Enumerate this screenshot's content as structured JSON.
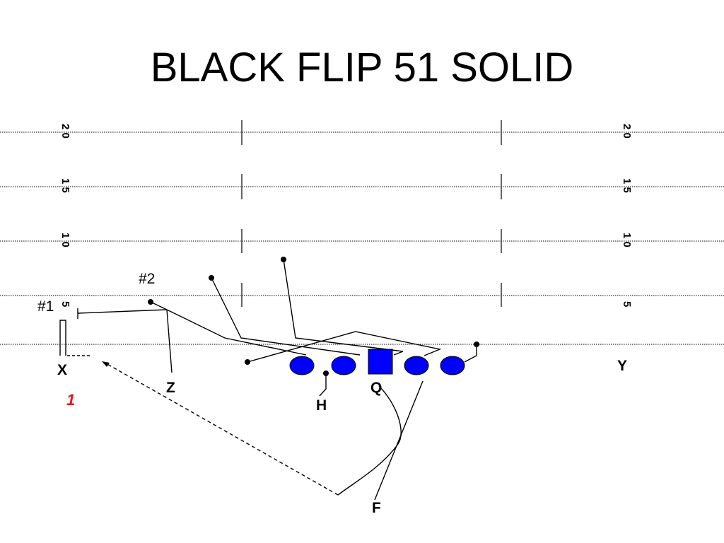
{
  "title": "BLACK FLIP 51 SOLID",
  "yard_markers": {
    "left": [
      "2 0",
      "1 5",
      "1 0",
      "5"
    ],
    "right": [
      "2 0",
      "1 5",
      "1 0",
      "5"
    ]
  },
  "players": {
    "x": "X",
    "z": "Z",
    "h": "H",
    "q": "Q",
    "y": "Y",
    "f": "F"
  },
  "defenders": {
    "d1": "#1",
    "d2": "#2"
  },
  "annotation_number": "1",
  "colors": {
    "lineman_fill": "#0000ff",
    "annotation": "#e8141c",
    "ink": "#000000"
  }
}
